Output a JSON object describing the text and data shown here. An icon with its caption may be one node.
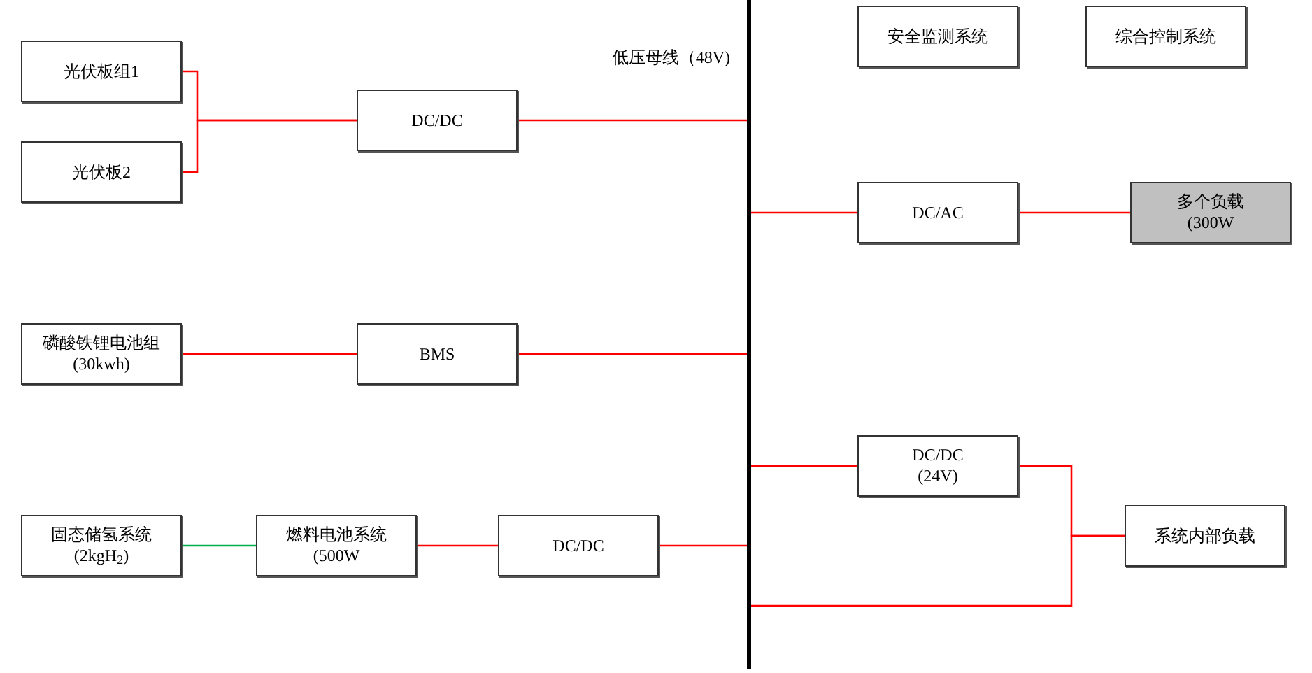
{
  "diagram": {
    "nodes": [
      {
        "text": [
          "光伏板组1"
        ]
      },
      {
        "text": [
          "光伏板2"
        ]
      },
      {
        "text": [
          "DC/DC"
        ]
      },
      {
        "text": [
          "磷酸铁锂电池组",
          "(30kwh)"
        ]
      },
      {
        "text": [
          "BMS"
        ]
      },
      {
        "text": [
          "固态储氢系统",
          "(2kgH$_{2}$)"
        ]
      },
      {
        "text": [
          "燃料电池系统",
          "(500W"
        ]
      },
      {
        "text": [
          "DC/DC"
        ]
      },
      {
        "text": [],
        "shape": "bar",
        "beside": [
          "低压母线（48V)"
        ]
      },
      {
        "text": [
          "安全监测系统"
        ]
      },
      {
        "text": [
          "综合控制系统"
        ]
      },
      {
        "text": [
          "DC/AC"
        ]
      },
      {
        "text": [
          "多个负载",
          "(300W"
        ]
      },
      {
        "text": [
          "DC/DC",
          "(24V)"
        ]
      },
      {
        "text": [
          "系统内部负载"
        ]
      }
    ],
    "edges": [
      {
        "from": 0,
        "to": 2,
        "arrow": "none"
      },
      {
        "from": 1,
        "to": 2,
        "arrow": "none"
      },
      {
        "from": 2,
        "to": 8,
        "arrow": "none"
      },
      {
        "from": 3,
        "to": 4,
        "arrow": "none"
      },
      {
        "from": 4,
        "to": 8,
        "arrow": "none"
      },
      {
        "from": 5,
        "to": 6,
        "arrow": "none",
        "color": "#00b050"
      },
      {
        "from": 6,
        "to": 7,
        "arrow": "none"
      },
      {
        "from": 7,
        "to": 8,
        "arrow": "none"
      },
      {
        "from": 8,
        "to": 11,
        "arrow": "none"
      },
      {
        "from": 11,
        "to": 12,
        "arrow": "none"
      },
      {
        "from": 8,
        "to": 13,
        "arrow": "none"
      },
      {
        "from": 13,
        "to": 14,
        "arrow": "none"
      },
      {
        "from": 8,
        "to": 14,
        "arrow": "none"
      }
    ]
  }
}
